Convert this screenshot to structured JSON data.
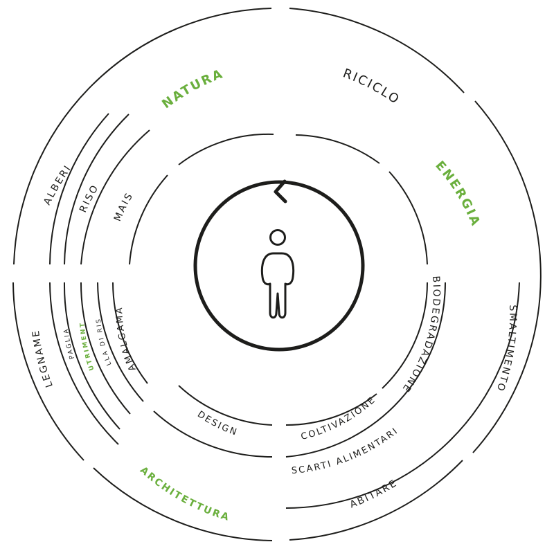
{
  "labels": {
    "natura": "NATURA",
    "riciclo": "RICICLO",
    "energia": "ENERGIA",
    "alberi": "ALBERI",
    "riso": "RISO",
    "mais": "MAIS",
    "legname": "LEGNAME",
    "paglia": "PAGLIA",
    "nutrimento": "NUTRIMENTO",
    "lolla": "LOLLA DI RISO",
    "amalgama": "AMALGAMA",
    "design": "DESIGN",
    "architettura": "ARCHITETTURA",
    "biodegradazione": "BIODEGRADAZIONE",
    "smaltimento": "SMALTIMENTO",
    "coltivazione": "COLTIVAZIONE",
    "scarti": "SCARTI ALIMENTARI",
    "abitare": "ABITARE"
  },
  "colors": {
    "ink": "#1d1d1b",
    "accent_green": "#6aaf3d"
  },
  "icons": {
    "center": "person-icon",
    "cycle": "cycle-arrow-icon"
  }
}
